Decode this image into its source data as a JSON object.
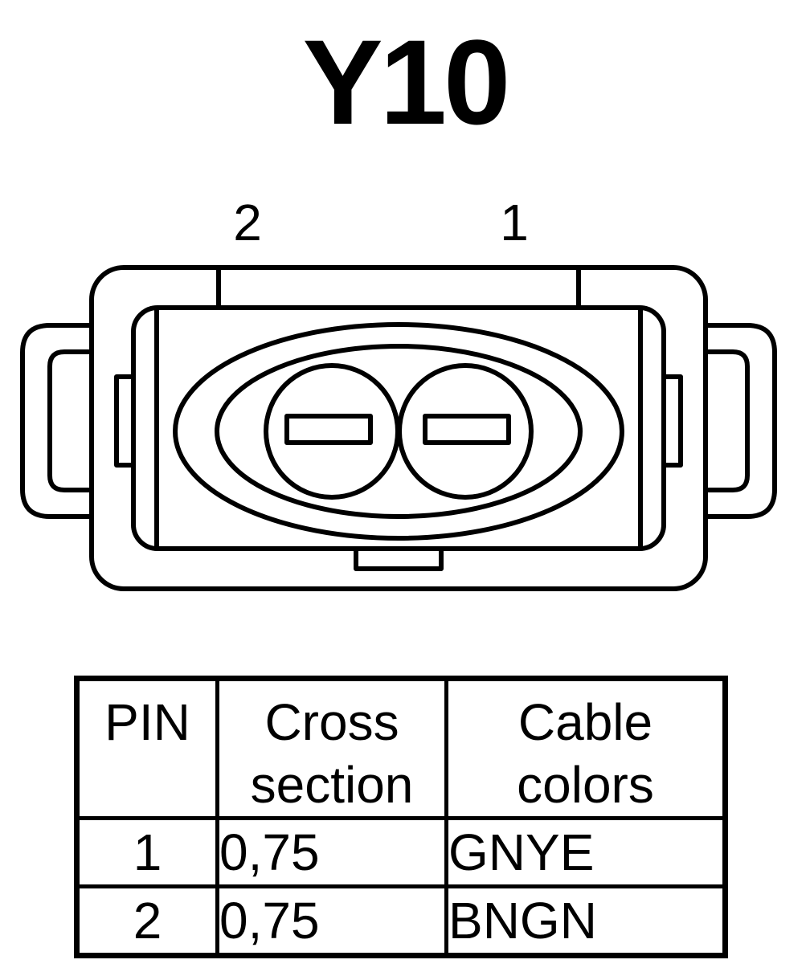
{
  "title": "Y10",
  "connector": {
    "pin_labels": [
      "2",
      "1"
    ]
  },
  "table": {
    "headers": [
      {
        "line1": "PIN",
        "line2": ""
      },
      {
        "line1": "Cross",
        "line2": "section"
      },
      {
        "line1": "Cable",
        "line2": "colors"
      }
    ],
    "rows": [
      {
        "pin": "1",
        "cross_section": "0,75",
        "color": "GNYE"
      },
      {
        "pin": "2",
        "cross_section": "0,75",
        "color": "BNGN"
      }
    ]
  }
}
